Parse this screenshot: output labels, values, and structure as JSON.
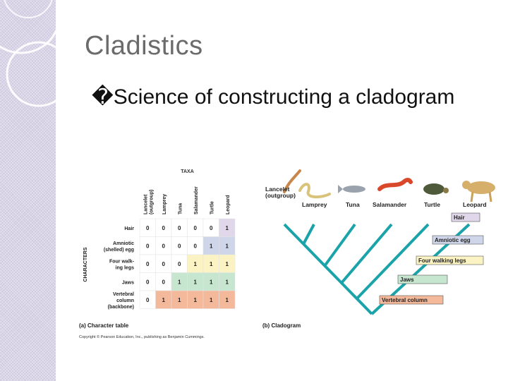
{
  "slide": {
    "title": "Cladistics",
    "bullet_marker": "�",
    "bullet_text": "Science of constructing a cladogram"
  },
  "character_table": {
    "header": "TAXA",
    "side_label": "CHARACTERS",
    "caption": "(a) Character table",
    "taxa": [
      "Lancelet (outgroup)",
      "Lamprey",
      "Tuna",
      "Salamander",
      "Turtle",
      "Leopard"
    ],
    "rows": [
      {
        "label": [
          "Hair"
        ],
        "values": [
          0,
          0,
          0,
          0,
          0,
          1
        ]
      },
      {
        "label": [
          "Amniotic",
          "(shelled) egg"
        ],
        "values": [
          0,
          0,
          0,
          0,
          1,
          1
        ]
      },
      {
        "label": [
          "Four walk-",
          "ing legs"
        ],
        "values": [
          0,
          0,
          0,
          1,
          1,
          1
        ]
      },
      {
        "label": [
          "Jaws"
        ],
        "values": [
          0,
          0,
          1,
          1,
          1,
          1
        ]
      },
      {
        "label": [
          "Vertebral",
          "column",
          "(backbone)"
        ],
        "values": [
          0,
          1,
          1,
          1,
          1,
          1
        ]
      }
    ],
    "copyright": "Copyright © Pearson Education, Inc., publishing as Benjamin Cummings."
  },
  "cladogram": {
    "caption": "(b) Cladogram",
    "taxa": [
      {
        "name": [
          "Lancelet",
          "(outgroup)"
        ]
      },
      {
        "name": [
          "Lamprey"
        ]
      },
      {
        "name": [
          "Tuna"
        ]
      },
      {
        "name": [
          "Salamander"
        ]
      },
      {
        "name": [
          "Turtle"
        ]
      },
      {
        "name": [
          "Leopard"
        ]
      }
    ],
    "characters": [
      "Hair",
      "Amniotic egg",
      "Four walking legs",
      "Jaws",
      "Vertebral column"
    ]
  },
  "colors": {
    "row_colors": [
      "#e0d8ea",
      "#cfd6ea",
      "#fbf3c4",
      "#c6e6cf",
      "#f4b89a"
    ],
    "branch": "#1aa3a8",
    "title": "#6b6b6b"
  }
}
